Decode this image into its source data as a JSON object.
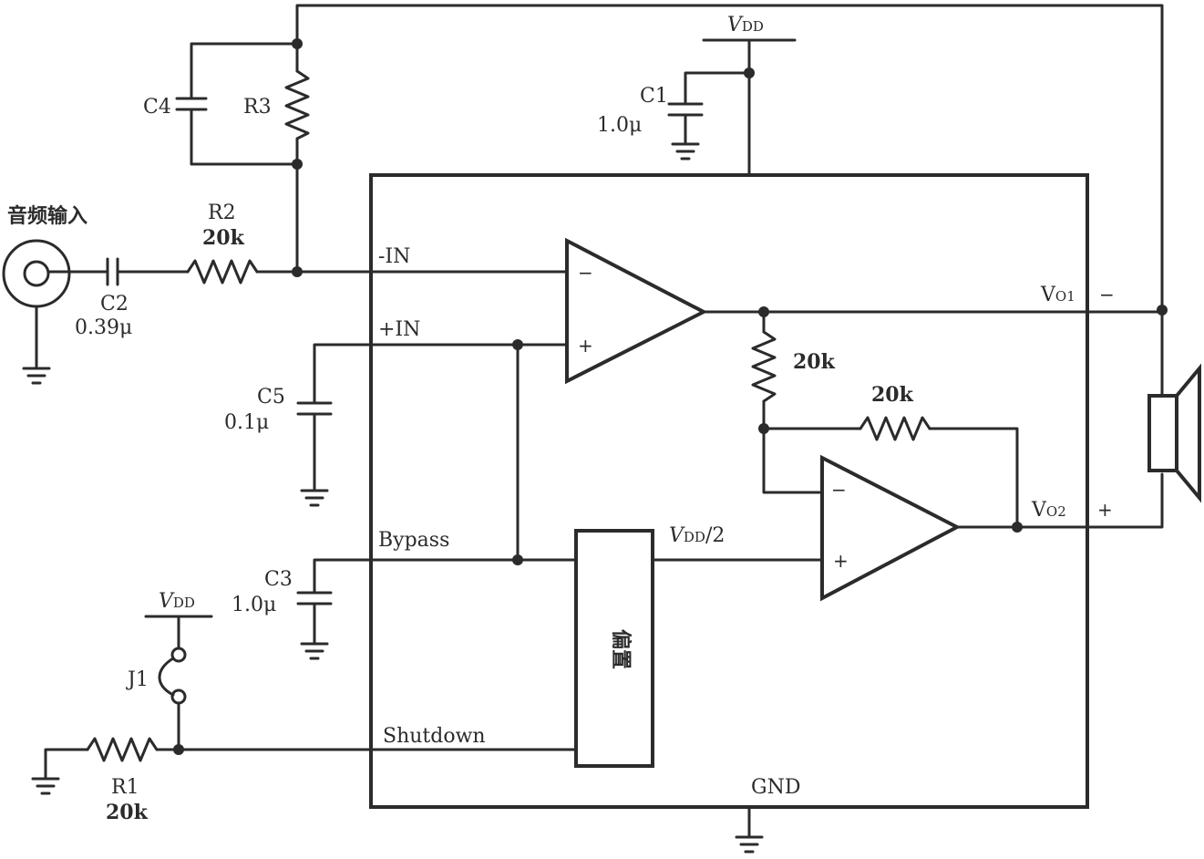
{
  "diagram": {
    "input_label": "音频输入",
    "vdd_main": {
      "v": "V",
      "sub": "DD"
    },
    "vdd_shutdown": {
      "v": "V",
      "sub": "DD"
    },
    "vdd_half": {
      "v": "V",
      "sub": "DD",
      "suffix": "/2"
    },
    "components": {
      "c1": {
        "name": "C1",
        "value": "1.0μ"
      },
      "c2": {
        "name": "C2",
        "value": "0.39μ"
      },
      "c3": {
        "name": "C3",
        "value": "1.0μ"
      },
      "c4": {
        "name": "C4"
      },
      "c5": {
        "name": "C5",
        "value": "0.1μ"
      },
      "r1": {
        "name": "R1",
        "value": "20k"
      },
      "r2": {
        "name": "R2",
        "value": "20k"
      },
      "r3": {
        "name": "R3"
      },
      "r_internal_1": {
        "value": "20k"
      },
      "r_internal_2": {
        "value": "20k"
      },
      "j1": {
        "name": "J1"
      }
    },
    "pins": {
      "in_minus": "-IN",
      "in_plus": "+IN",
      "bypass": "Bypass",
      "shutdown": "Shutdown",
      "gnd": "GND"
    },
    "outputs": {
      "vo1": {
        "v": "V",
        "sub": "O1",
        "polarity": "−"
      },
      "vo2": {
        "v": "V",
        "sub": "O2",
        "polarity": "+"
      }
    },
    "opamp_signs": {
      "minus": "−",
      "plus": "+"
    },
    "bias_block": "偏置"
  }
}
